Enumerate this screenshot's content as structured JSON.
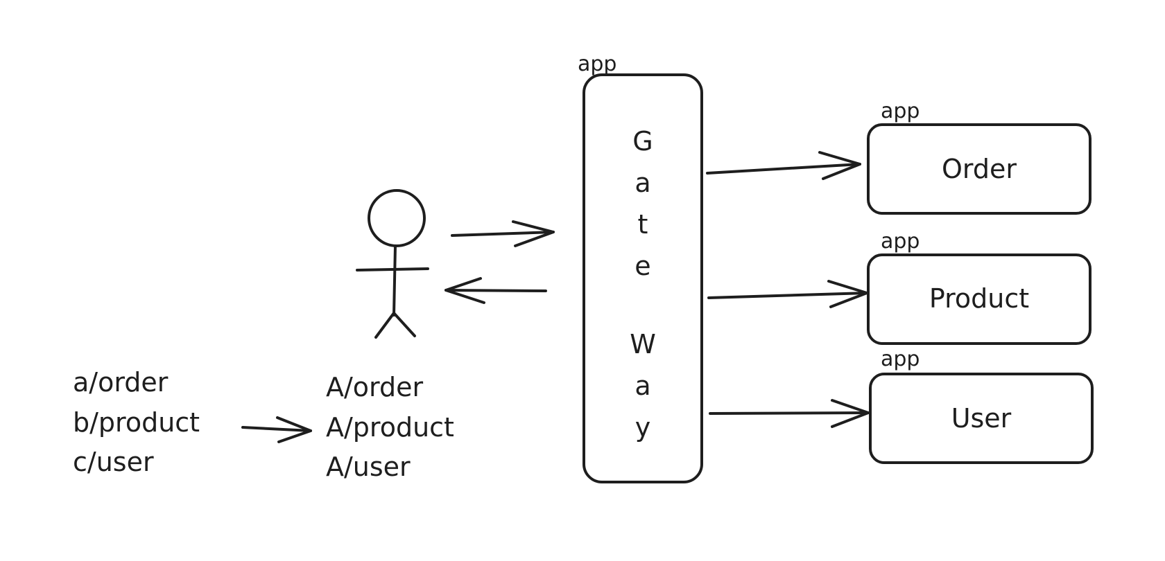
{
  "left_paths": [
    "a/order",
    "b/product",
    "c/user"
  ],
  "mapped_paths": [
    "A/order",
    "A/product",
    "A/user"
  ],
  "gateway": {
    "tag": "app",
    "letters": [
      "G",
      "a",
      "t",
      "e",
      "W",
      "a",
      "y"
    ]
  },
  "services": [
    {
      "tag": "app",
      "label": "Order"
    },
    {
      "tag": "app",
      "label": "Product"
    },
    {
      "tag": "app",
      "label": "User"
    }
  ]
}
